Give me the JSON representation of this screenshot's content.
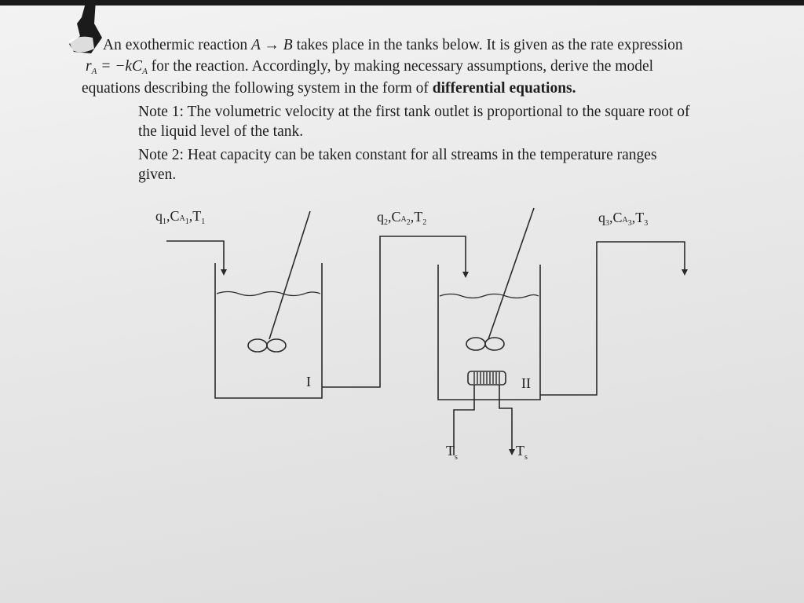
{
  "problem": {
    "line1_a": "An exothermic reaction",
    "reaction": "A → B",
    "line1_b": "takes place in the tanks below. It is given as the rate expression",
    "rate_expr_lhs": "r",
    "rate_expr_lhs_sub": "A",
    "rate_expr_rhs": "= −kC",
    "rate_expr_rhs_sub": "A",
    "line2_b": "for the reaction. Accordingly, by making necessary assumptions, derive the model",
    "line3_a": "equations describing the following system in the form of",
    "line3_b": "differential equations.",
    "note1_line1": "Note 1: The volumetric velocity at the first tank outlet is proportional to the square root of",
    "note1_line2": "the liquid level of the tank.",
    "note2_line1": "Note 2: Heat capacity can be taken constant for all streams in the temperature ranges",
    "note2_line2": "given."
  },
  "diagram": {
    "stream1": {
      "q": "q",
      "c": "C",
      "a": "A",
      "t": "T",
      "n": "1"
    },
    "stream2": {
      "q": "q",
      "c": "C",
      "a": "A",
      "t": "T",
      "n": "2"
    },
    "stream3": {
      "q": "q",
      "c": "C",
      "a": "A",
      "t": "T",
      "n": "3"
    },
    "tank1_label": "I",
    "tank2_label": "II",
    "coolant_in": {
      "t": "T",
      "s": "s"
    },
    "coolant_out": {
      "t": "T",
      "s": "s"
    },
    "sep": ","
  }
}
